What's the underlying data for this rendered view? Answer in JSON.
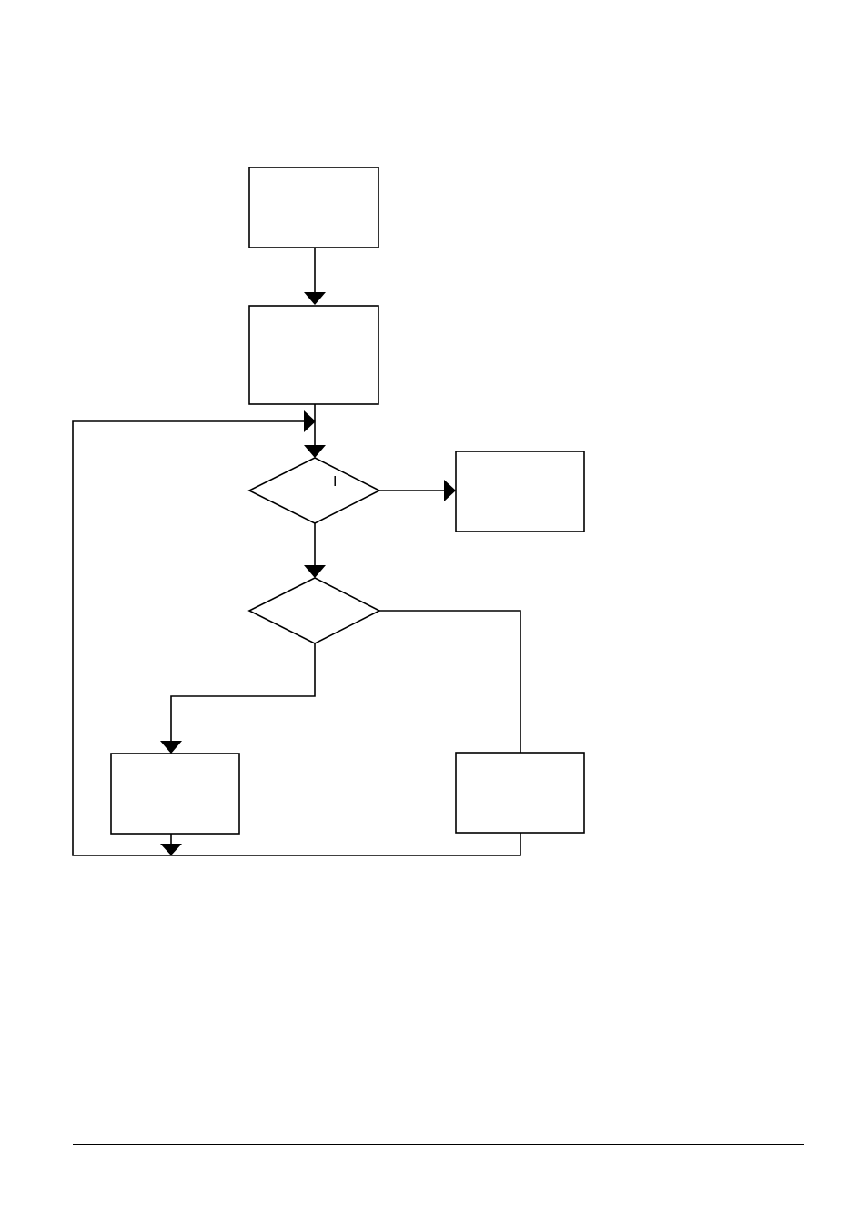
{
  "diagram": {
    "type": "flowchart",
    "nodes": [
      {
        "id": "process-1",
        "shape": "rectangle",
        "label": ""
      },
      {
        "id": "process-2",
        "shape": "rectangle",
        "label": ""
      },
      {
        "id": "decision-1",
        "shape": "diamond",
        "label": "I"
      },
      {
        "id": "process-3",
        "shape": "rectangle",
        "label": ""
      },
      {
        "id": "decision-2",
        "shape": "diamond",
        "label": ""
      },
      {
        "id": "process-4",
        "shape": "rectangle",
        "label": ""
      },
      {
        "id": "process-5",
        "shape": "rectangle",
        "label": ""
      }
    ],
    "edges": [
      {
        "from": "process-1",
        "to": "process-2"
      },
      {
        "from": "process-2",
        "to": "decision-1"
      },
      {
        "from": "decision-1",
        "to": "process-3"
      },
      {
        "from": "decision-1",
        "to": "decision-2"
      },
      {
        "from": "decision-2",
        "to": "process-4"
      },
      {
        "from": "decision-2",
        "to": "process-5"
      },
      {
        "from": "process-4",
        "to": "decision-1"
      },
      {
        "from": "process-5",
        "to": "decision-1"
      }
    ]
  },
  "colors": {
    "stroke": "#000000",
    "background": "#ffffff"
  }
}
